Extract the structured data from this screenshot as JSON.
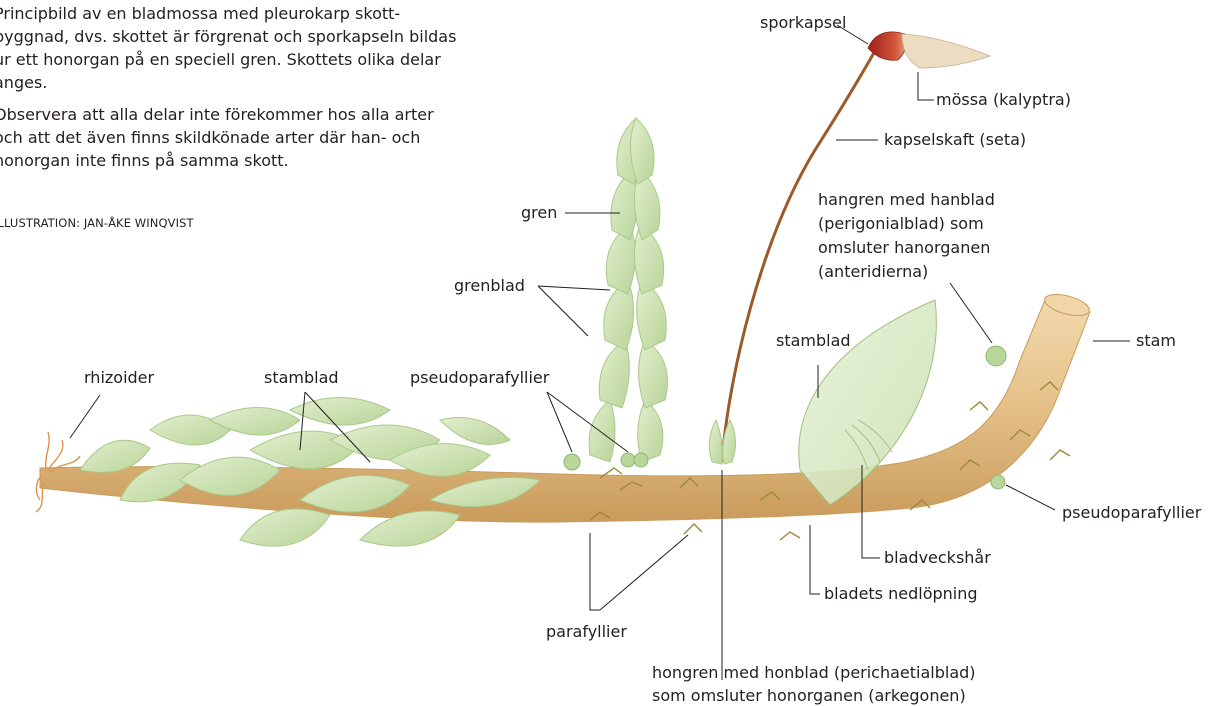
{
  "caption": {
    "paragraph_1": "Principbild av en bladmossa med pleurokarp skott-byggnad, dvs. skottet är förgrenat och sporkapseln bildas ur ett honorgan på en speciell gren. Skottets olika delar anges.",
    "paragraph_2": "Observera att alla delar inte förekommer hos alla arter och att det även finns skildkönade arter där han- och honorgan inte finns på samma skott.",
    "credit": "ILLUSTRATION: JAN-ÅKE WINQVIST"
  },
  "labels": {
    "sporkapsel": "sporkapsel",
    "calyptra": "mössa (kalyptra)",
    "seta": "kapselskaft (seta)",
    "gren": "gren",
    "hangren": [
      "hangren med hanblad",
      "(perigonialblad) som",
      "omsluter hanorganen",
      "(anteridierna)"
    ],
    "grenblad": "grenblad",
    "stam": "stam",
    "stamblad_right": "stamblad",
    "rhizoider": "rhizoider",
    "stamblad_left": "stamblad",
    "pseudoparafyllier_top": "pseudoparafyllier",
    "pseudoparafyllier_right": "pseudoparafyllier",
    "bladveckshar": "bladveckshår",
    "nedlopning": "bladets nedlöpning",
    "parafyllier": "parafyllier",
    "hongren": [
      "hongren med honblad (perichaetialblad)",
      "som omsluter honorganen (arkegonen)"
    ]
  },
  "colors": {
    "leaf": "#cfe3b4",
    "leaf_dark": "#a9c98a",
    "stem": "#e8c68f",
    "stem_dark": "#c99b5c",
    "seta": "#8a4a1e",
    "capsule": "#c9342a",
    "calyptra": "#ecdcc2",
    "text": "#231f20"
  }
}
